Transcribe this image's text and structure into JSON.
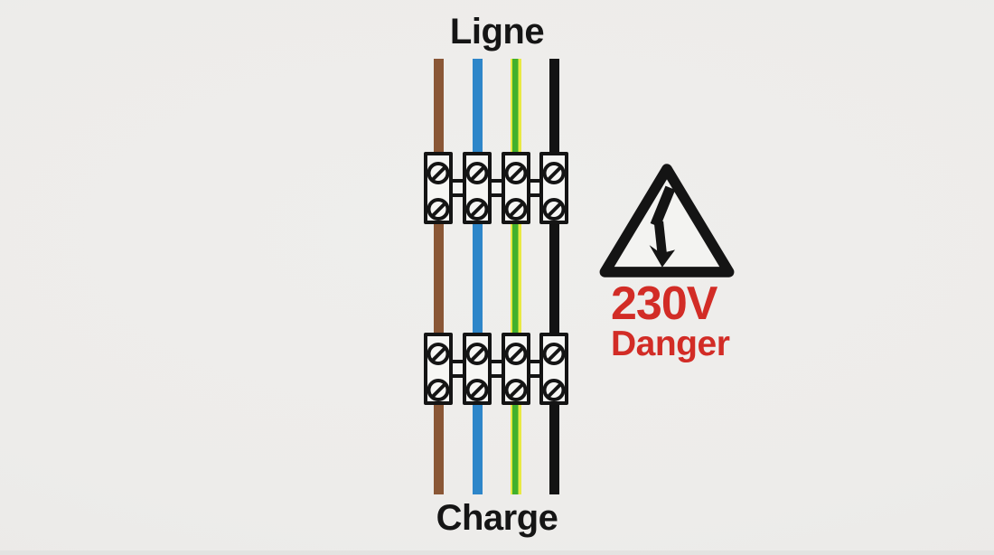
{
  "diagram": {
    "type": "electrical-wiring-terminal-diagram",
    "background_color": "#edecea",
    "labels": {
      "line": "Ligne",
      "load": "Charge",
      "text_color": "#151515"
    },
    "warning": {
      "voltage": "230V",
      "danger": "Danger",
      "text_color": "#d22c26",
      "icon": "high-voltage-warning-icon",
      "icon_color": "#141414"
    },
    "wires": [
      {
        "name": "brown-phase-wire",
        "color": "#8a5736"
      },
      {
        "name": "blue-neutral-wire",
        "color": "#2e86c9"
      },
      {
        "name": "green-yellow-earth-wire",
        "color": "#41b02c",
        "stripe_color": "#e9e943"
      },
      {
        "name": "black-line-wire",
        "color": "#131313"
      }
    ],
    "terminal_strips": [
      {
        "name": "upper-terminal-strip",
        "block_count": 4,
        "screws_per_block": 2
      },
      {
        "name": "lower-terminal-strip",
        "block_count": 4,
        "screws_per_block": 2
      }
    ]
  }
}
